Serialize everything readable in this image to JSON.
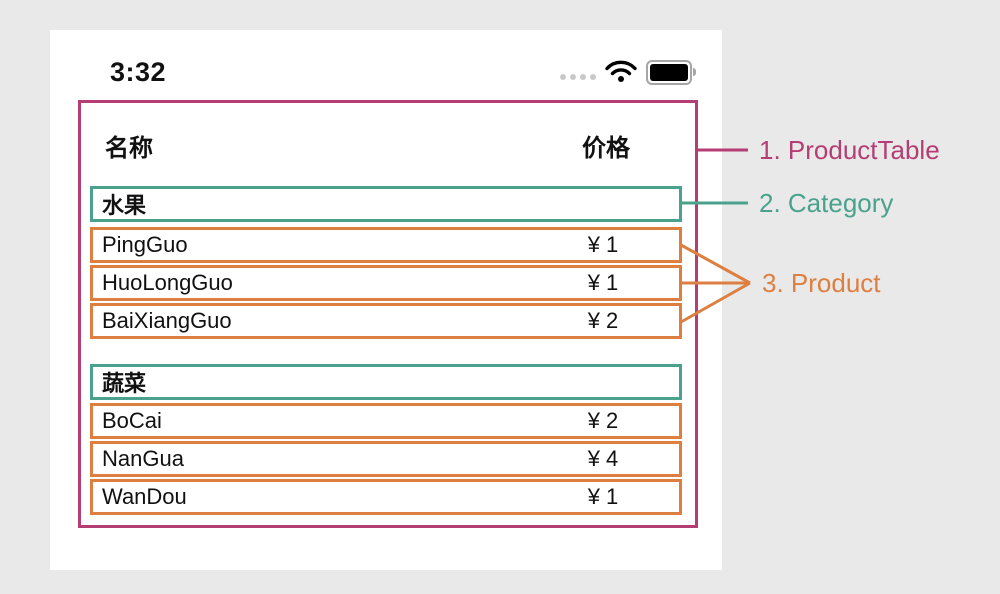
{
  "status_bar": {
    "time": "3:32",
    "icons": [
      "cellular-dots-icon",
      "wifi-icon",
      "battery-icon"
    ]
  },
  "table": {
    "header": {
      "name": "名称",
      "price": "价格"
    },
    "sections": [
      {
        "category": "水果",
        "products": [
          {
            "name": "PingGuo",
            "price": "¥ 1"
          },
          {
            "name": "HuoLongGuo",
            "price": "¥ 1"
          },
          {
            "name": "BaiXiangGuo",
            "price": "¥ 2"
          }
        ]
      },
      {
        "category": "蔬菜",
        "products": [
          {
            "name": "BoCai",
            "price": "¥ 2"
          },
          {
            "name": "NanGua",
            "price": "¥ 4"
          },
          {
            "name": "WanDou",
            "price": "¥ 1"
          }
        ]
      }
    ]
  },
  "annotations": [
    {
      "label": "1. ProductTable",
      "color": "#b43e74",
      "points_to": "whole table"
    },
    {
      "label": "2. Category",
      "color": "#4aa28d",
      "points_to": "category header row"
    },
    {
      "label": "3. Product",
      "color": "#dd7f40",
      "points_to": "product rows"
    }
  ],
  "colors": {
    "background": "#e9e9e9",
    "screen": "#ffffff",
    "table_border": "#b43e74",
    "category_border": "#4aa28d",
    "product_border": "#dd7f40"
  }
}
